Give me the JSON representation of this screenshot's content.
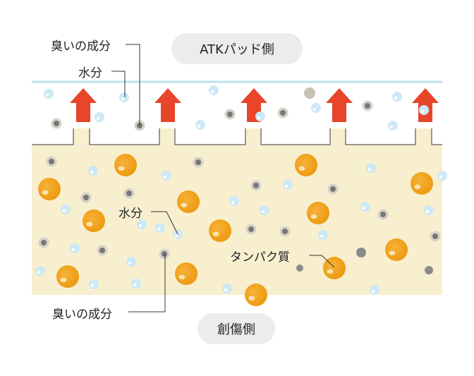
{
  "diagram": {
    "top_side_label": "ATKパッド側",
    "bottom_side_label": "創傷側",
    "labels": {
      "odor_top": "臭いの成分",
      "water_top": "水分",
      "water_mid": "水分",
      "protein": "タンパク質",
      "odor_bottom": "臭いの成分"
    },
    "colors": {
      "pad_line": "#bfe0ee",
      "wound_fill": "#f8efcf",
      "arrow": "#e8452a",
      "protein": "#f0a21e",
      "water": "#cde8f6",
      "odor": "#9a9a9a"
    },
    "legend_icons": [
      "odor-particle-icon",
      "water-droplet-icon",
      "protein-particle-icon",
      "up-arrow-icon"
    ]
  }
}
